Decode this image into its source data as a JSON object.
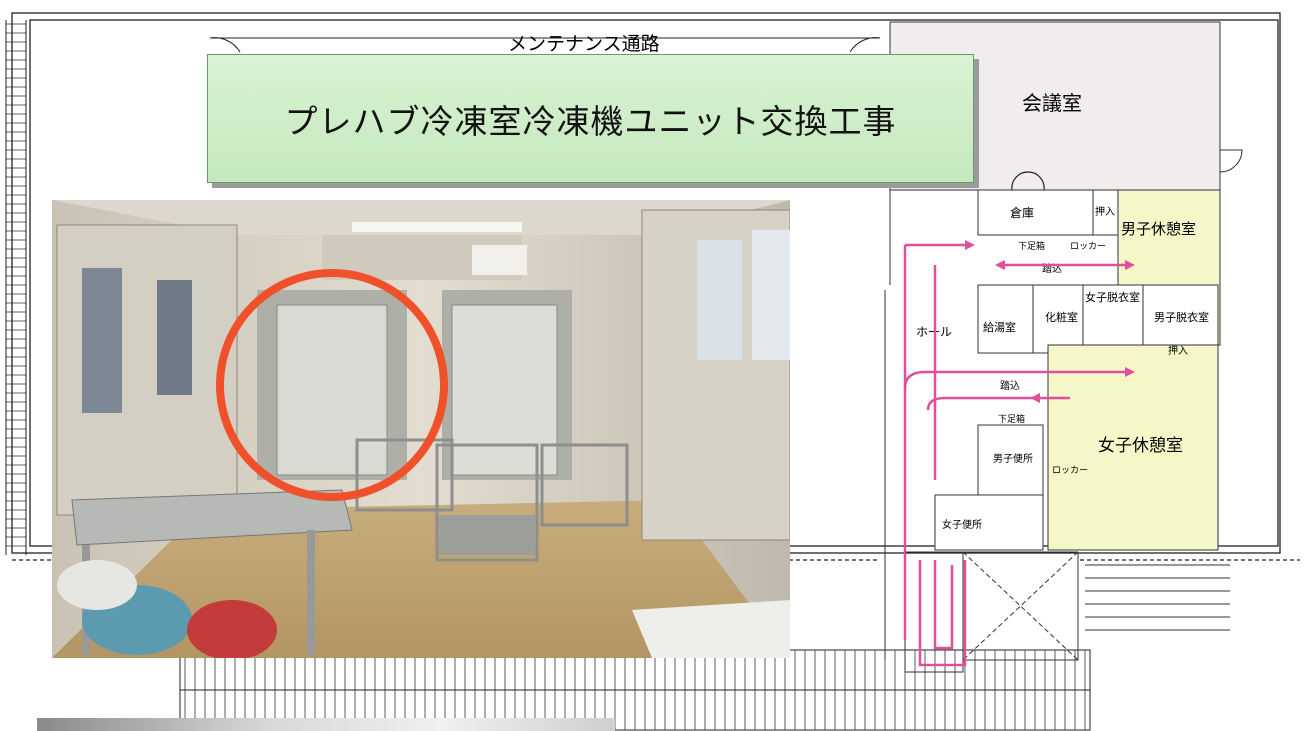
{
  "title": "プレハブ冷凍室冷凍機ユニット交換工事",
  "rooms": {
    "maintenance": "メンテナンス通路",
    "meeting": "会議室",
    "storage": "倉庫",
    "closet1": "押入",
    "men_rest": "男子休憩室",
    "shoe1": "下足箱",
    "locker1": "ロッカー",
    "step1": "踏込",
    "hall": "ホール",
    "kitchenette": "給湯室",
    "powder": "化粧室",
    "women_dress": "女子脱衣室",
    "men_dress": "男子脱衣室",
    "closet2": "押入",
    "step2": "踏込",
    "shoe2": "下足箱",
    "women_rest": "女子休憩室",
    "men_toilet": "男子便所",
    "locker2": "ロッカー",
    "women_toilet": "女子便所"
  },
  "colors": {
    "meeting_fill": "#f3ecec",
    "rest_fill": "#f5f7c8",
    "arrow": "#e0509a",
    "title_bg": "#d3f0cc",
    "highlight_circle": "#f0502a"
  }
}
